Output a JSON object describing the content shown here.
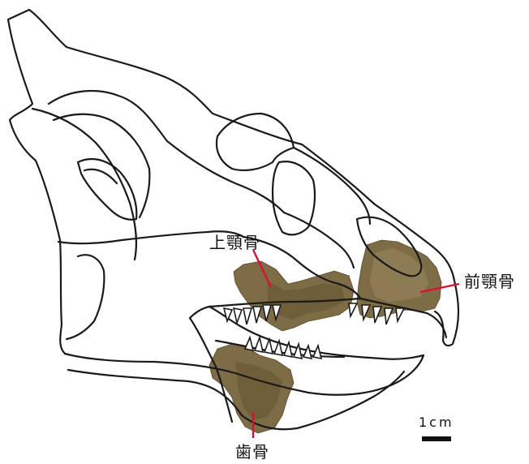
{
  "labels": {
    "maxilla": "上顎骨",
    "premaxilla": "前顎骨",
    "dentary": "歯骨"
  },
  "scale": {
    "label": "1cm"
  },
  "colors": {
    "outline": "#1a1a1a",
    "leader": "#d8122b",
    "fossil": "#7d6c45"
  }
}
